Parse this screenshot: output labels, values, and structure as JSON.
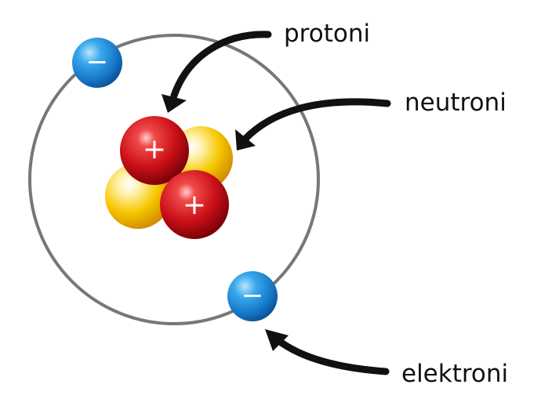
{
  "labels": {
    "protons": "protoni",
    "neutrons": "neutroni",
    "electrons": "elektroni"
  },
  "symbols": {
    "proton_charge": "+",
    "electron_charge": "−"
  },
  "colors": {
    "orbit": "#777777",
    "arrow": "#111111",
    "proton": "#d0141c",
    "neutron": "#f5c000",
    "electron": "#1a8fd6",
    "charge_symbol": "#ffffff"
  },
  "counts": {
    "protons": 2,
    "neutrons": 2,
    "electrons": 2
  }
}
